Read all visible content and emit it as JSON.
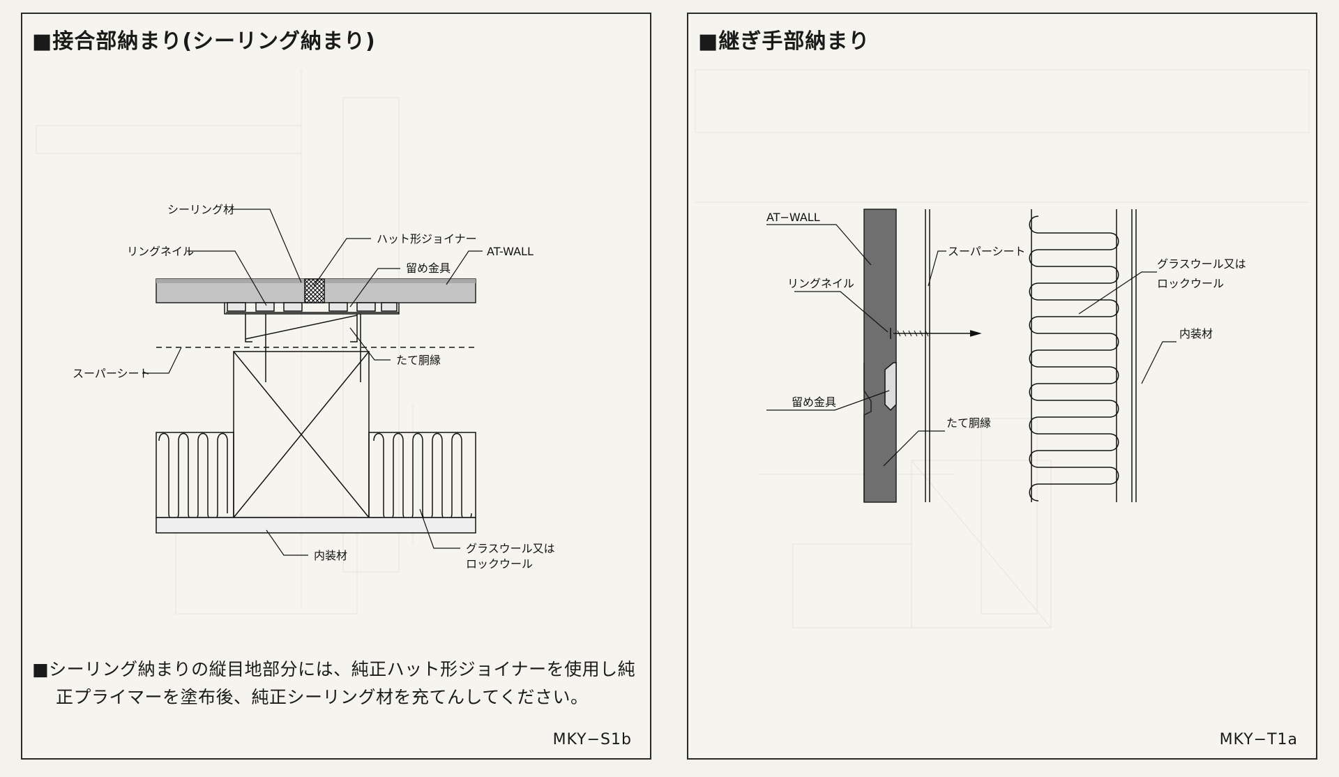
{
  "left_panel": {
    "title": "■接合部納まり(シーリング納まり)",
    "labels": {
      "sealing": "シーリング材",
      "ring_nail": "リングネイル",
      "hat_joiner": "ハット形ジョイナー",
      "bracket": "留め金具",
      "at_wall": "AT-WALL",
      "super_sheet": "スーパーシート",
      "furring": "たて胴縁",
      "interior": "内装材",
      "glass_wool_1": "グラスウール又は",
      "glass_wool_2": "ロックウール"
    },
    "note_line1": "■シーリング納まりの縦目地部分には、純正ハット形ジョイナーを使用し純",
    "note_line2": "正プライマーを塗布後、純正シーリング材を充てんしてください。",
    "code": "MKY−S1b"
  },
  "right_panel": {
    "title": "■継ぎ手部納まり",
    "labels": {
      "at_wall": "AT−WALL",
      "super_sheet": "スーパーシート",
      "ring_nail": "リングネイル",
      "bracket": "留め金具",
      "furring": "たて胴縁",
      "glass_wool_1": "グラスウール又は",
      "glass_wool_2": "ロックウール",
      "interior": "内装材"
    },
    "code": "MKY−T1a"
  }
}
